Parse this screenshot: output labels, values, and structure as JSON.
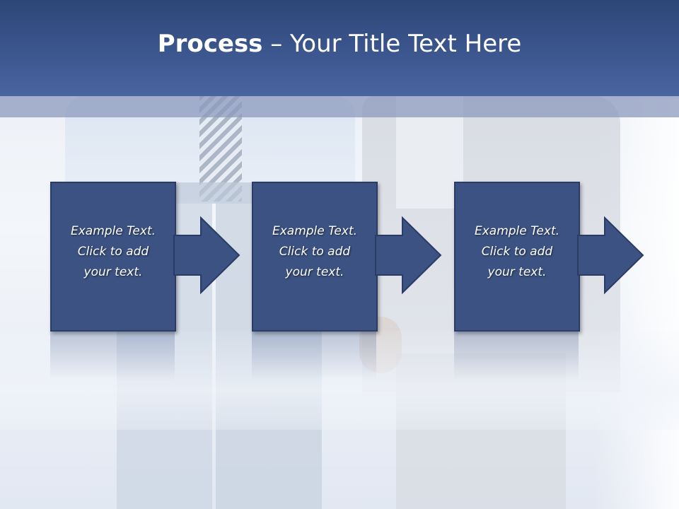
{
  "slide": {
    "title_bold": "Process",
    "title_rest": " – Your Title Text Here"
  },
  "steps": [
    {
      "line1": "Example Text.",
      "line2": "Click  to add",
      "line3": "your text."
    },
    {
      "line1": "Example Text.",
      "line2": "Click  to add",
      "line3": "your text."
    },
    {
      "line1": "Example Text.",
      "line2": "Click  to add",
      "line3": "your text."
    }
  ],
  "colors": {
    "box_fill": "#3b5283",
    "title_bar": "#3d5891",
    "text": "#ffffff"
  }
}
